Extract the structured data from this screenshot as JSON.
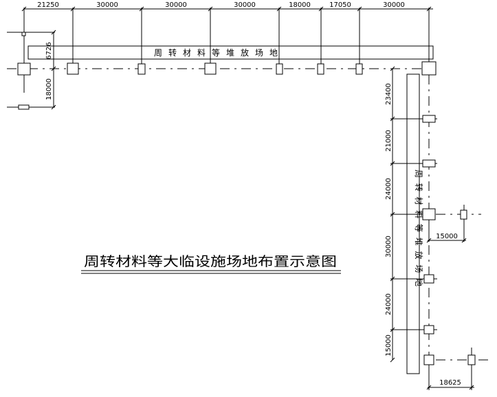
{
  "drawing": {
    "title": "周转材料等大临设施场地布置示意图",
    "top_strip_label": "周转材料等堆放场地",
    "right_strip_label": "周转材料等堆放场地"
  },
  "dimensions": {
    "top": [
      "21250",
      "30000",
      "30000",
      "30000",
      "18000",
      "17050",
      "30000"
    ],
    "left": [
      "6726",
      "18000"
    ],
    "right": [
      "23400",
      "21000",
      "24000",
      "30000",
      "24000",
      "15000"
    ],
    "side_offset": "15000",
    "bottom_offset": "18625"
  }
}
